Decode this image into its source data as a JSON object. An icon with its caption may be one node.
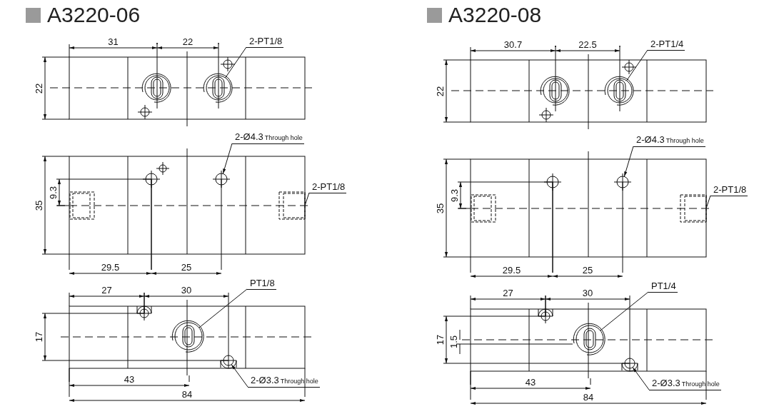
{
  "diagram": {
    "nodes": [
      {
        "text": [
          "2-PT1/8"
        ]
      },
      {
        "text": [
          "2-Ø4.3",
          "Through hole"
        ]
      },
      {
        "text": [
          "2-PT1/8"
        ]
      },
      {
        "text": [
          "PT1/8"
        ]
      },
      {
        "text": [
          "2-Ø3.3",
          "Through hole"
        ]
      },
      {
        "text": [
          "2-PT1/4"
        ]
      },
      {
        "text": [
          "2-Ø4.3",
          "Through hole"
        ]
      },
      {
        "text": [
          "2-PT1/8"
        ]
      },
      {
        "text": [
          "PT1/4"
        ]
      },
      {
        "text": [
          "2-Ø3.3",
          "Through hole"
        ]
      },
      {
        "text": [],
        "shape": "circle"
      },
      {
        "text": [],
        "shape": "circle"
      },
      {
        "text": [],
        "shape": "box"
      },
      {
        "text": [],
        "shape": "circle"
      },
      {
        "text": [],
        "shape": "circle"
      },
      {
        "text": [],
        "shape": "circle"
      },
      {
        "text": [],
        "shape": "circle"
      },
      {
        "text": [],
        "shape": "box"
      },
      {
        "text": [],
        "shape": "circle"
      },
      {
        "text": [],
        "shape": "circle"
      }
    ],
    "edges": [
      {
        "from": 0,
        "to": 10,
        "arrow": "none"
      },
      {
        "from": 1,
        "to": 11,
        "arrow": "to"
      },
      {
        "from": 2,
        "to": 12,
        "arrow": "none"
      },
      {
        "from": 3,
        "to": 13,
        "arrow": "none"
      },
      {
        "from": 4,
        "to": 14,
        "arrow": "to"
      },
      {
        "from": 5,
        "to": 15,
        "arrow": "none"
      },
      {
        "from": 6,
        "to": 16,
        "arrow": "to"
      },
      {
        "from": 7,
        "to": 17,
        "arrow": "none"
      },
      {
        "from": 8,
        "to": 18,
        "arrow": "none"
      },
      {
        "from": 9,
        "to": 19,
        "arrow": "to"
      }
    ],
    "labels": [
      "A3220-06",
      "31",
      "22",
      "22",
      "9.3",
      "35",
      "29.5",
      "25",
      "27",
      "30",
      "17",
      "43",
      "84",
      "A3220-08",
      "30.7",
      "22.5",
      "22",
      "9.3",
      "35",
      "29.5",
      "25",
      "27",
      "30",
      "17",
      "1.5",
      "43",
      "84"
    ]
  }
}
